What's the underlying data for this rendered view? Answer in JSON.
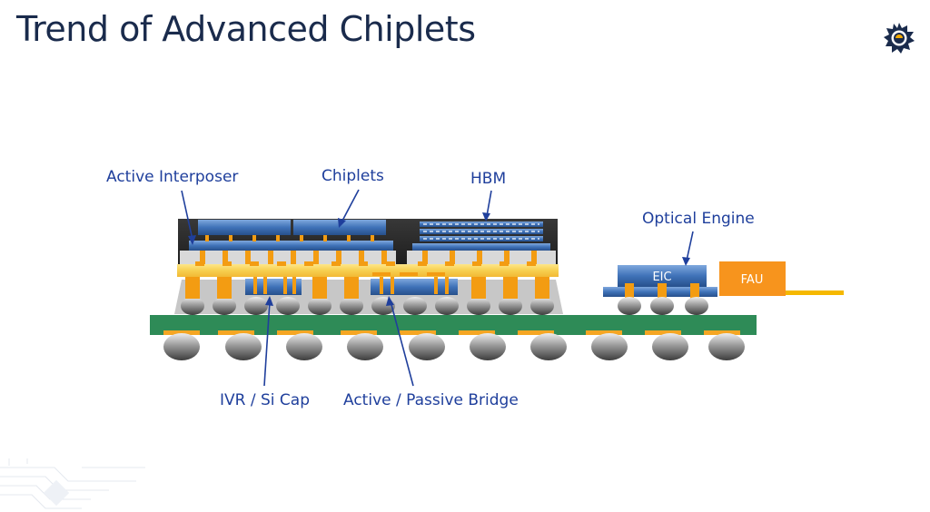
{
  "slide": {
    "title": "Trend of Advanced Chiplets"
  },
  "logo_icon": "gear-sun-logo-icon",
  "diagram": {
    "labels": {
      "active_interposer": "Active Interposer",
      "chiplets": "Chiplets",
      "hbm": "HBM",
      "optical_engine": "Optical Engine",
      "ivr_si_cap": "IVR / Si Cap",
      "active_passive_bridge": "Active / Passive Bridge",
      "eic": "EIC",
      "fau": "FAU"
    },
    "colors": {
      "title": "#1a2b4c",
      "label": "#1f3f9c",
      "substrate": "#2e8b57",
      "interposer": "#f7cf4f",
      "bump_copper": "#f39c12",
      "die_blue": "#4a7fc1",
      "mold": "#2b2b2b",
      "fau": "#f7941d"
    }
  }
}
